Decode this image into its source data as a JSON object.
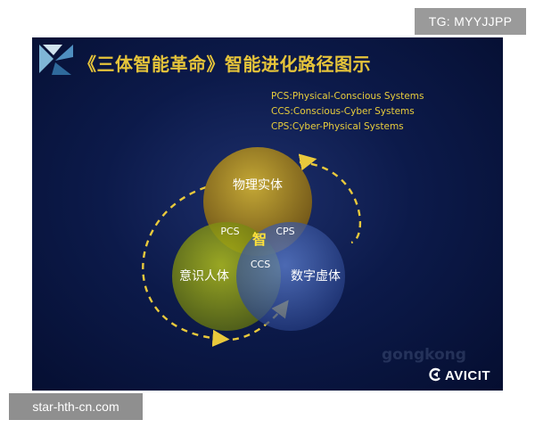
{
  "badges": {
    "top_right": "TG: MYYJJPP",
    "bottom_left": "star-hth-cn.com"
  },
  "slide": {
    "title": "《三体智能革命》智能进化路径图示",
    "legend": [
      "PCS:Physical-Conscious Systems",
      "CCS:Conscious-Cyber Systems",
      "CPS:Cyber-Physical Systems"
    ],
    "watermark": "gongkong",
    "brand": "AVICIT"
  },
  "venn": {
    "sets": [
      {
        "key": "physical",
        "label": "物理实体",
        "color": "#b58f1c"
      },
      {
        "key": "conscious",
        "label": "意识人体",
        "color": "#9aa814"
      },
      {
        "key": "cyber",
        "label": "数字虚体",
        "color": "#3f63b8"
      }
    ],
    "intersections": {
      "pcs": "PCS",
      "cps": "CPS",
      "ccs": "CCS",
      "center": "智"
    }
  },
  "colors": {
    "title": "#e6c43a",
    "legend": "#e8cd3c",
    "arrow": "#e9c93c",
    "center": "#ffe23a"
  }
}
